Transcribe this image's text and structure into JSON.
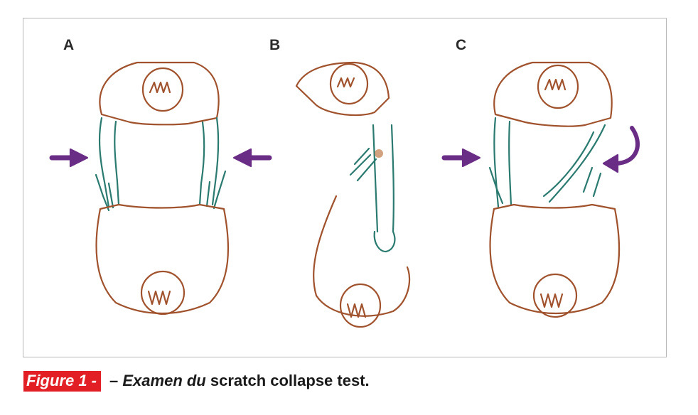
{
  "figure": {
    "panels": [
      {
        "label": "A"
      },
      {
        "label": "B"
      },
      {
        "label": "C"
      }
    ],
    "caption": {
      "tag": "Figure 1 -",
      "dash": " – ",
      "italic": "Examen du",
      "rest": " scratch collapse test."
    },
    "colors": {
      "body": "#a0522d",
      "arm": "#2a7a70",
      "arrow": "#6a2d86",
      "caption_tag": "#e31f26"
    }
  }
}
